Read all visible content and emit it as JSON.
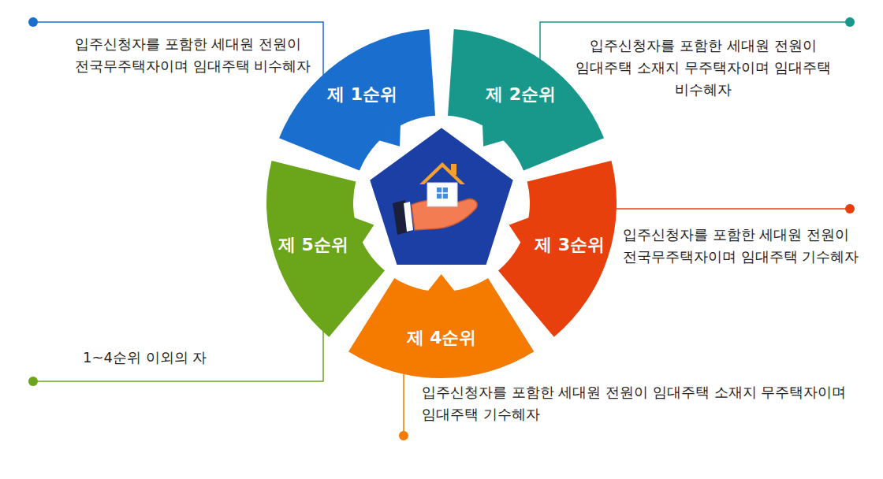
{
  "diagram": {
    "nodes": [
      {
        "text": [
          "제 1순위"
        ]
      },
      {
        "text": [
          "제 2순위"
        ]
      },
      {
        "text": [
          "제 3순위"
        ]
      },
      {
        "text": [
          "제 4순위"
        ]
      },
      {
        "text": [
          "제 5순위"
        ]
      }
    ],
    "labels": [
      "입주신청자를 포함한 세대원 전원이 전국무주택자이며 임대주택 비수혜자",
      "입주신청자를 포함한 세대원 전원이 임대주택 소재지 무주택자이며 임대주택 비수혜자",
      "입주신청자를 포함한 세대원 전원이 전국무주택자이며 임대주택 기수혜자",
      "입주신청자를 포함한 세대원 전원이 임대주택 소재지 무주택자이며 임대주택 기수혜자",
      "1~4순위 이외의 자"
    ]
  }
}
